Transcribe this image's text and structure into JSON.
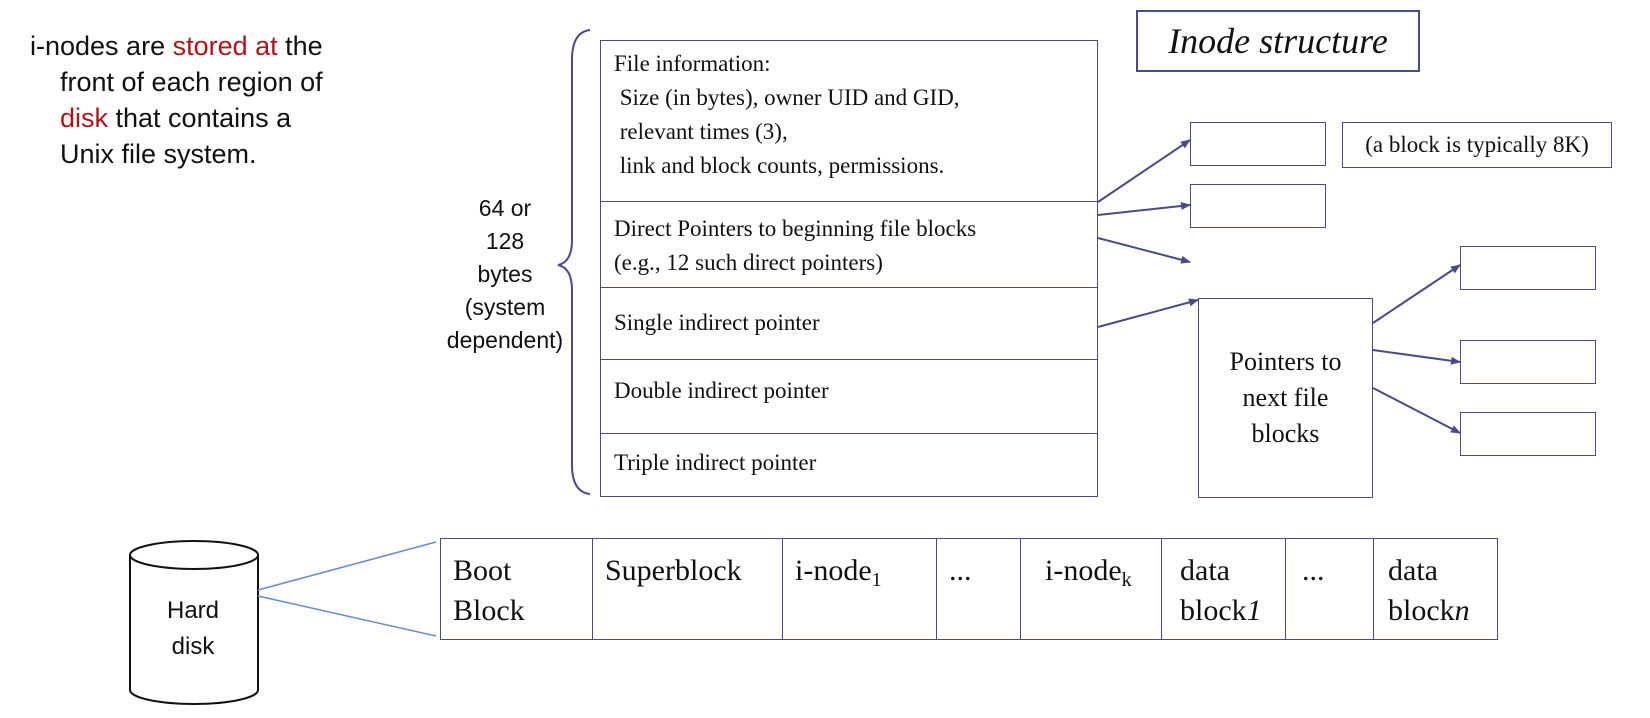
{
  "intro": {
    "l1_a": "i-nodes are ",
    "l1_b": "stored at",
    "l1_c": " the",
    "l2": "front of each region of",
    "l3_a": "disk",
    "l3_b": " that contains a",
    "l4": "Unix file system."
  },
  "title": "Inode structure",
  "size_label": [
    "64 or",
    "128",
    "bytes",
    "(system",
    "dependent)"
  ],
  "inode": {
    "file_info": [
      "File information:",
      " Size (in bytes), owner UID and GID,",
      " relevant times (3),",
      " link and block counts, permissions."
    ],
    "direct": [
      "Direct Pointers to beginning file blocks",
      "(e.g., 12 such direct pointers)"
    ],
    "single": "Single indirect pointer",
    "double": "Double indirect pointer",
    "triple": "Triple indirect pointer"
  },
  "block_note": "(a block is typically 8K)",
  "pointer_box": [
    "Pointers to",
    "next file",
    "blocks"
  ],
  "disk": [
    "Hard",
    "disk"
  ],
  "layout": {
    "boot": [
      "Boot",
      "Block"
    ],
    "superblock": "Superblock",
    "inode1": "i-node",
    "inode1_sub": "1",
    "dots1": "...",
    "inodek": "i-node",
    "inodek_sub": "k",
    "data1": [
      "data",
      "block"
    ],
    "data1_sub": "1",
    "dots2": "...",
    "datan": [
      "data",
      "block"
    ],
    "datan_sub": "n"
  },
  "colors": {
    "line": "#4a4a8c",
    "accent_red": "#b0141a",
    "connector": "#6a8ad0"
  }
}
